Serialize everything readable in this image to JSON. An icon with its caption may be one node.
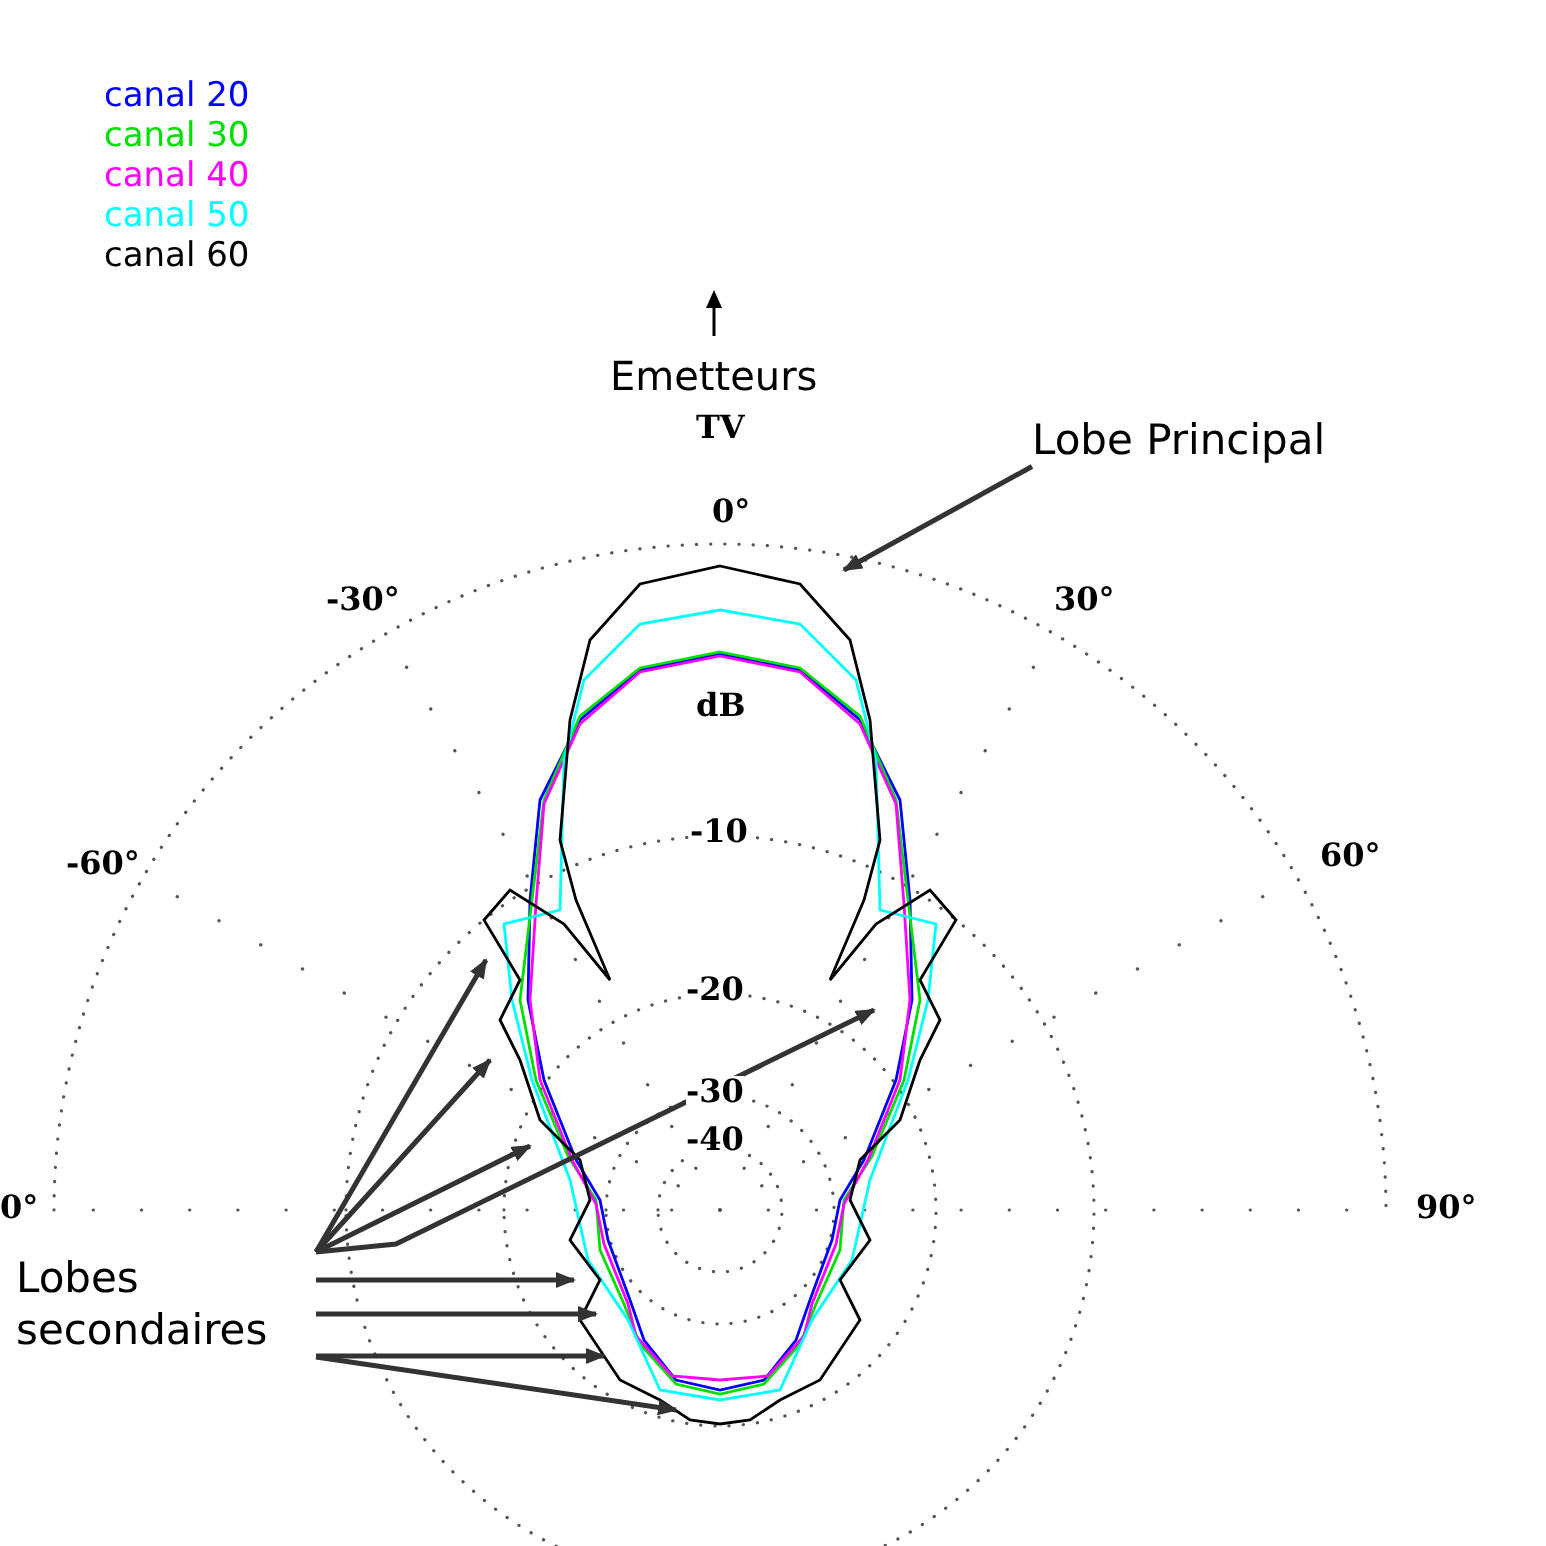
{
  "diagram": {
    "nodes": [
      {
        "text": [
          "Lobe Principal"
        ]
      },
      {
        "text": [
          "Lobes secondaires"
        ]
      }
    ],
    "edges": [
      {
        "from": 0,
        "to": null,
        "arrow": "to"
      },
      {
        "from": 1,
        "to": null,
        "arrow": "to"
      },
      {
        "from": 1,
        "to": null,
        "arrow": "to"
      },
      {
        "from": 1,
        "to": null,
        "arrow": "to"
      },
      {
        "from": 1,
        "to": null,
        "arrow": "to"
      },
      {
        "from": 1,
        "to": null,
        "arrow": "to"
      },
      {
        "from": 1,
        "to": null,
        "arrow": "to"
      },
      {
        "from": 1,
        "to": null,
        "arrow": "to"
      },
      {
        "from": 1,
        "to": null,
        "arrow": "to"
      }
    ],
    "labels": [
      "Emetteurs",
      "TV",
      "0°",
      "-30°",
      "30°",
      "dB",
      "-60°",
      "-10",
      "60°",
      "-20",
      "-30",
      "-40",
      "0°",
      "90°"
    ],
    "legend": [
      {
        "text": "canal 20",
        "color": "#0000ff"
      },
      {
        "text": "canal 30",
        "color": "#00e000"
      },
      {
        "text": "canal 40",
        "color": "#ff00ff"
      },
      {
        "text": "canal 50",
        "color": "#00ffff"
      },
      {
        "text": "canal 60",
        "color": "#000000"
      }
    ]
  }
}
